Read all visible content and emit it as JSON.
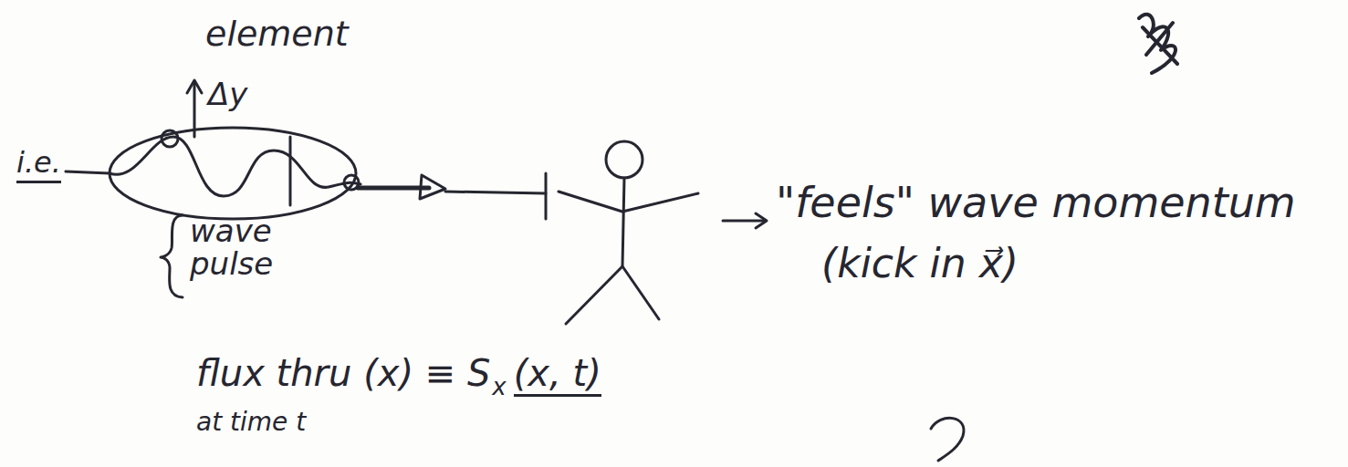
{
  "diagram": {
    "labels": [
      "element",
      "Δy",
      "i.e.",
      "wave pulse",
      "flux thru (x) ≡ S",
      "x",
      "(x, t)",
      "at time t",
      "\"feels\" wave momentum",
      "(kick in x⃗)"
    ]
  }
}
